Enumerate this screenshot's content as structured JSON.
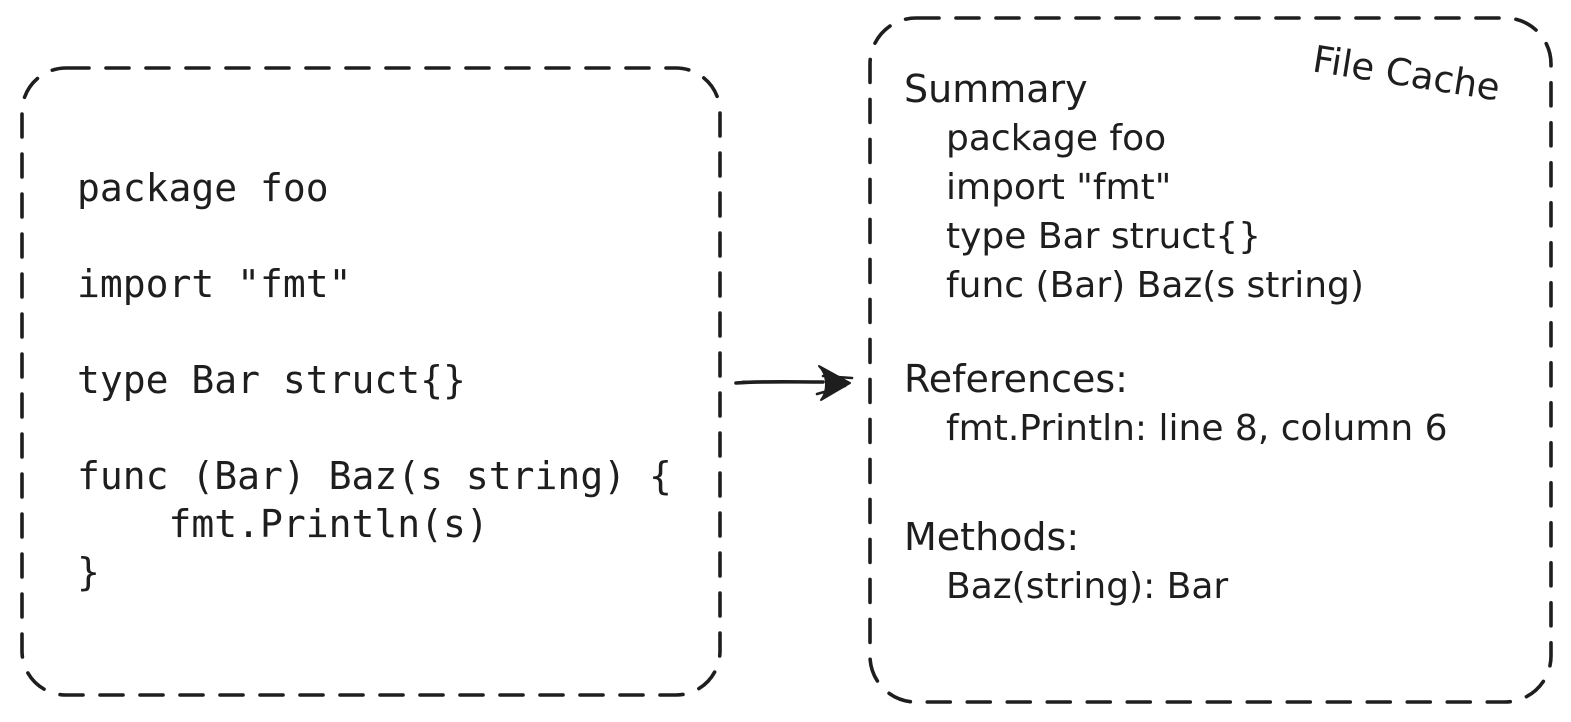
{
  "source_file": {
    "code": "package foo\n\nimport \"fmt\"\n\ntype Bar struct{}\n\nfunc (Bar) Baz(s string) {\n    fmt.Println(s)\n}"
  },
  "file_cache": {
    "label": "File Cache",
    "summary": {
      "title": "Summary",
      "items": [
        "package foo",
        "import \"fmt\"",
        "type Bar struct{}",
        "func (Bar) Baz(s string)"
      ]
    },
    "references": {
      "title": "References:",
      "items": [
        "fmt.Println: line 8, column 6"
      ]
    },
    "methods": {
      "title": "Methods:",
      "items": [
        "Baz(string): Bar"
      ]
    }
  },
  "arrow": {
    "icon": "right-arrow-icon"
  },
  "colors": {
    "ink": "#1e1e1e",
    "background": "#ffffff"
  }
}
